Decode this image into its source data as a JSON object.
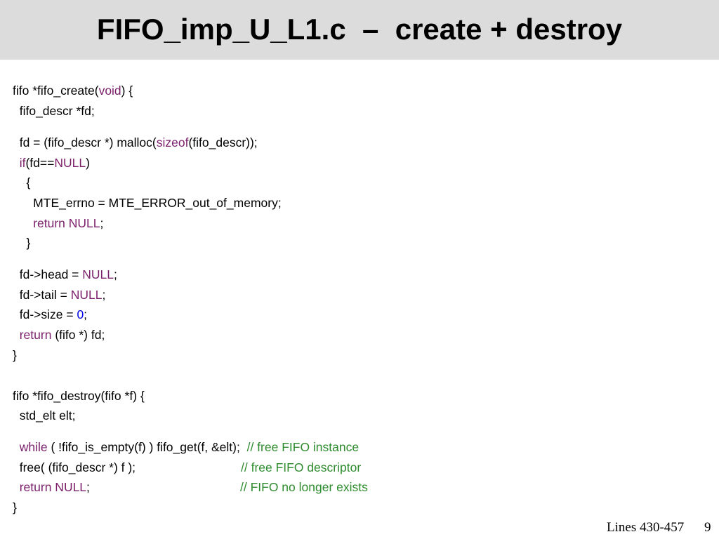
{
  "slide": {
    "title": "FIFO_imp_U_L1.c  –  create + destroy",
    "colors": {
      "title_bar": "#dcdcdc",
      "keyword": "#7b1f6a",
      "number": "#0000e0",
      "comment": "#2e8b2e"
    }
  },
  "code": {
    "l1_a": "fifo *fifo_create(",
    "l1_kw": "void",
    "l1_b": ") {",
    "l2": "  fifo_descr *fd;",
    "l3_a": "  fd = (fifo_descr *) malloc(",
    "l3_kw": "sizeof",
    "l3_b": "(fifo_descr));",
    "l4_kw": "  if",
    "l4_a": "(fd==",
    "l4_kw2": "NULL",
    "l4_b": ")",
    "l5": "    {",
    "l6": "      MTE_errno = MTE_ERROR_out_of_memory;",
    "l7_kw": "      return NULL",
    "l7_b": ";",
    "l8": "    }",
    "l9_a": "  fd->head = ",
    "l9_kw": "NULL",
    "l9_b": ";",
    "l10_a": "  fd->tail = ",
    "l10_kw": "NULL",
    "l10_b": ";",
    "l11_a": "  fd->size = ",
    "l11_num": "0",
    "l11_b": ";",
    "l12_kw": "  return",
    "l12_b": " (fifo *) fd;",
    "l13": "}",
    "l14": "fifo *fifo_destroy(fifo *f) {",
    "l15": "  std_elt elt;",
    "l16_kw": "  while",
    "l16_b": " ( !fifo_is_empty(f) ) fifo_get(f, &elt);  ",
    "l16_cm": "// free FIFO instance",
    "l17_a": "  free( (fifo_descr *) f );",
    "l17_cm": "// free FIFO descriptor",
    "l18_kw": "  return NULL",
    "l18_b": ";",
    "l18_cm": "// FIFO no longer exists",
    "l19": "}"
  },
  "footer": {
    "lines_label": "Lines 430-457",
    "page_number": "9"
  }
}
